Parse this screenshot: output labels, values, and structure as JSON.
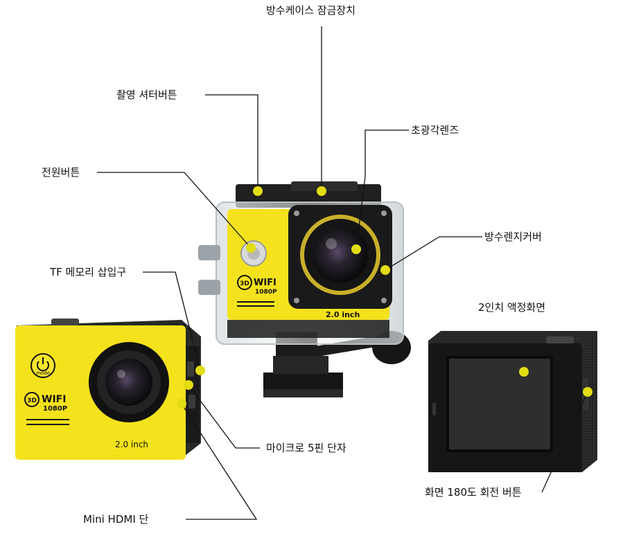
{
  "labels": {
    "waterproof_lock": "방수케이스 잠금장치",
    "shutter_button": "촬영 셔터버튼",
    "wide_lens": "초광각렌즈",
    "power_button": "전원버튼",
    "waterproof_lens_cover": "방수렌지커버",
    "tf_slot": "TF 메모리 삽입구",
    "lcd_screen": "2인치 액정화면",
    "micro_usb": "마이크로 5핀 단자",
    "rotate_button": "화면 180도 회전 버튼",
    "mini_hdmi": "Mini HDMI 단"
  },
  "product_text": {
    "wifi_logo": "WIFI",
    "resolution": "1080P",
    "badge_3d": "3D",
    "screen_size": "2.0 inch",
    "mode_label": "mode"
  },
  "colors": {
    "camera_yellow": "#f4e21c",
    "body_dark": "#1e1e1e",
    "marker_dot": "#e2dc12",
    "leader_line": "#111111"
  }
}
